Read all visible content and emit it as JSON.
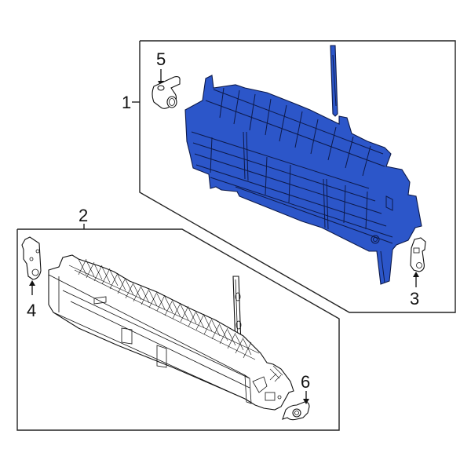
{
  "diagram": {
    "type": "exploded-parts-diagram",
    "highlight_color": "#2c56c9",
    "line_color": "#111111",
    "background": "#ffffff",
    "groups": [
      {
        "id": "upper-box",
        "callout": "1",
        "description": "Radiator support air shutter assembly (highlighted)"
      },
      {
        "id": "lower-box",
        "callout": "2",
        "description": "Lower grille / shutter assembly"
      }
    ],
    "callouts": [
      {
        "number": "1",
        "label": "1",
        "target": "air-shutter-assembly",
        "highlighted": true
      },
      {
        "number": "2",
        "label": "2",
        "target": "lower-shutter-assembly"
      },
      {
        "number": "3",
        "label": "3",
        "target": "right-bracket"
      },
      {
        "number": "4",
        "label": "4",
        "target": "left-bracket"
      },
      {
        "number": "5",
        "label": "5",
        "target": "actuator-motor"
      },
      {
        "number": "6",
        "label": "6",
        "target": "lower-actuator"
      }
    ]
  }
}
